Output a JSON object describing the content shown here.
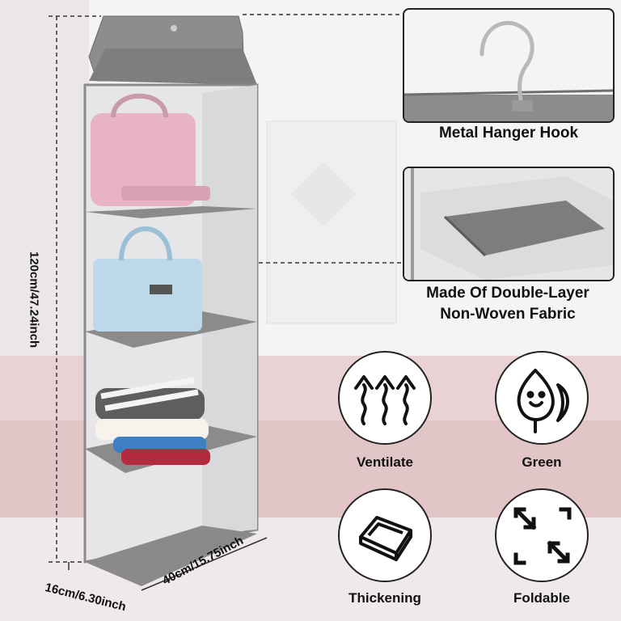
{
  "dimensions": {
    "height": "120cm/47.24inch",
    "depth": "16cm/6.30inch",
    "width": "40cm/15.75inch"
  },
  "details": [
    {
      "caption": "Metal Hanger Hook",
      "icon": "hanger-hook-icon"
    },
    {
      "caption_lines": [
        "Made Of Double-Layer",
        "Non-Woven Fabric"
      ],
      "icon": "fabric-shelf-icon"
    }
  ],
  "features": [
    {
      "label": "Ventilate",
      "icon": "ventilate-icon"
    },
    {
      "label": "Green",
      "icon": "leaf-icon"
    },
    {
      "label": "Thickening",
      "icon": "thick-pad-icon"
    },
    {
      "label": "Foldable",
      "icon": "fold-arrows-icon"
    }
  ],
  "colors": {
    "felt": "#8a8a8a",
    "felt_dark": "#6f6f6f",
    "mesh": "#e9e9ea",
    "sofa": "#e7cfd0"
  }
}
